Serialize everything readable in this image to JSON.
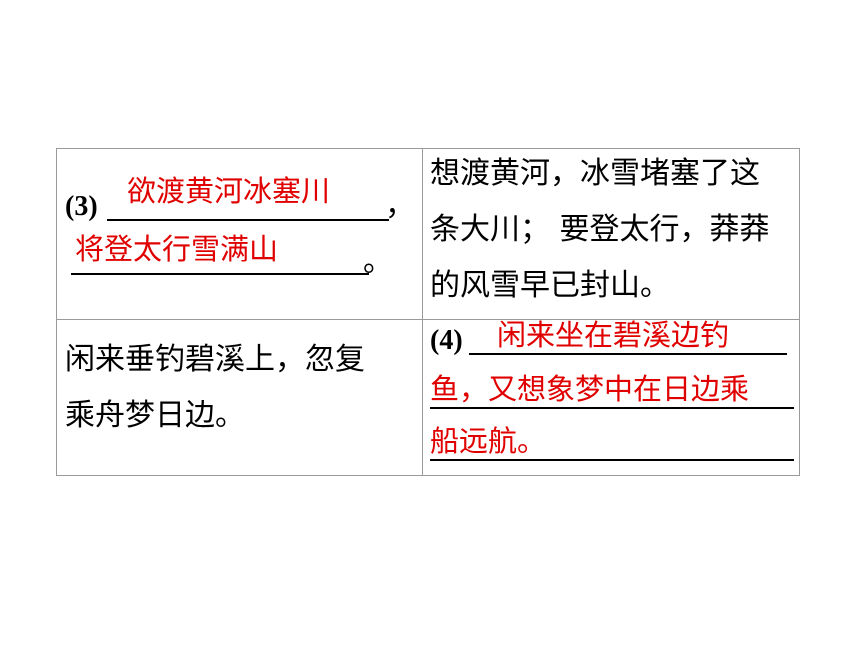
{
  "table": {
    "row1": {
      "left": {
        "number": "(3)",
        "answer1": "欲渡黄河冰塞川",
        "comma": "，",
        "answer2": "将登太行雪满山",
        "period": "。"
      },
      "right": {
        "lines": [
          "想渡黄河，冰雪堵塞了这",
          "条大川； 要登太行，莽莽",
          "的风雪早已封山。"
        ]
      }
    },
    "row2": {
      "left": {
        "lines": [
          "闲来垂钓碧溪上，忽复",
          "乘舟梦日边。"
        ]
      },
      "right": {
        "number": "(4)",
        "answer_lines": [
          "闲来坐在碧溪边钓",
          "鱼，又想象梦中在日边乘",
          "船远航。"
        ]
      }
    }
  },
  "colors": {
    "answer": "#e00000",
    "border": "#9a9a9a"
  }
}
